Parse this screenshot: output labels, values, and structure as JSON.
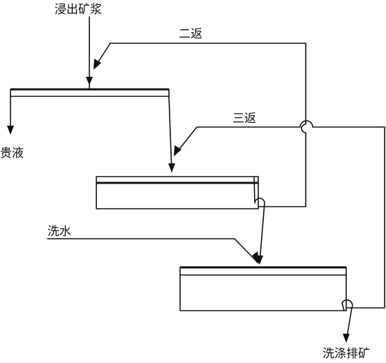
{
  "labels": {
    "feed": "浸出矿浆",
    "return2": "二返",
    "return3": "三返",
    "pregnant_solution": "贵液",
    "wash_water": "洗水",
    "discharge": "洗涤排矿"
  }
}
